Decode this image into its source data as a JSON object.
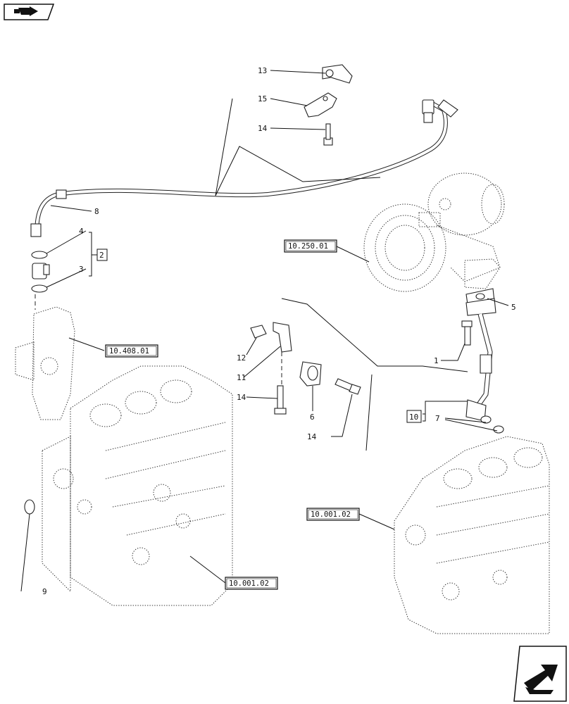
{
  "nav": {
    "previous_icon": "back-arrow-icon",
    "next_icon": "forward-arrow-icon"
  },
  "callouts": [
    "13",
    "15",
    "14",
    "8",
    "4",
    "3",
    "2",
    "10.250.01",
    "5",
    "10.408.01",
    "12",
    "11",
    "14",
    "1",
    "6",
    "14",
    "10",
    "7",
    "10.001.02",
    "9",
    "10.001.02"
  ]
}
